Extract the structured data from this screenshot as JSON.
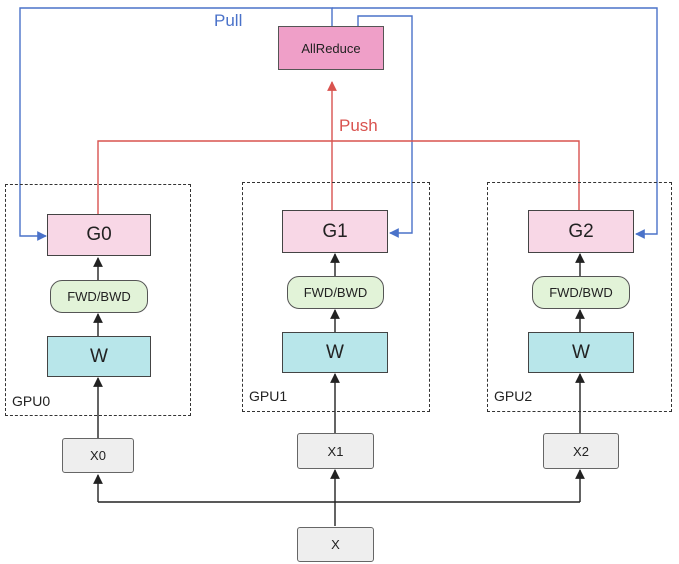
{
  "allreduce": {
    "label": "AllReduce"
  },
  "labels": {
    "pull": "Pull",
    "push": "Push"
  },
  "gpus": [
    {
      "name": "GPU0",
      "gradient": "G0",
      "compute": "FWD/BWD",
      "weight": "W",
      "input": "X0"
    },
    {
      "name": "GPU1",
      "gradient": "G1",
      "compute": "FWD/BWD",
      "weight": "W",
      "input": "X1"
    },
    {
      "name": "GPU2",
      "gradient": "G2",
      "compute": "FWD/BWD",
      "weight": "W",
      "input": "X2"
    }
  ],
  "source": {
    "label": "X"
  },
  "colors": {
    "pull": "#4a72c9",
    "push": "#d9534f",
    "data_arrows": "#222222"
  }
}
